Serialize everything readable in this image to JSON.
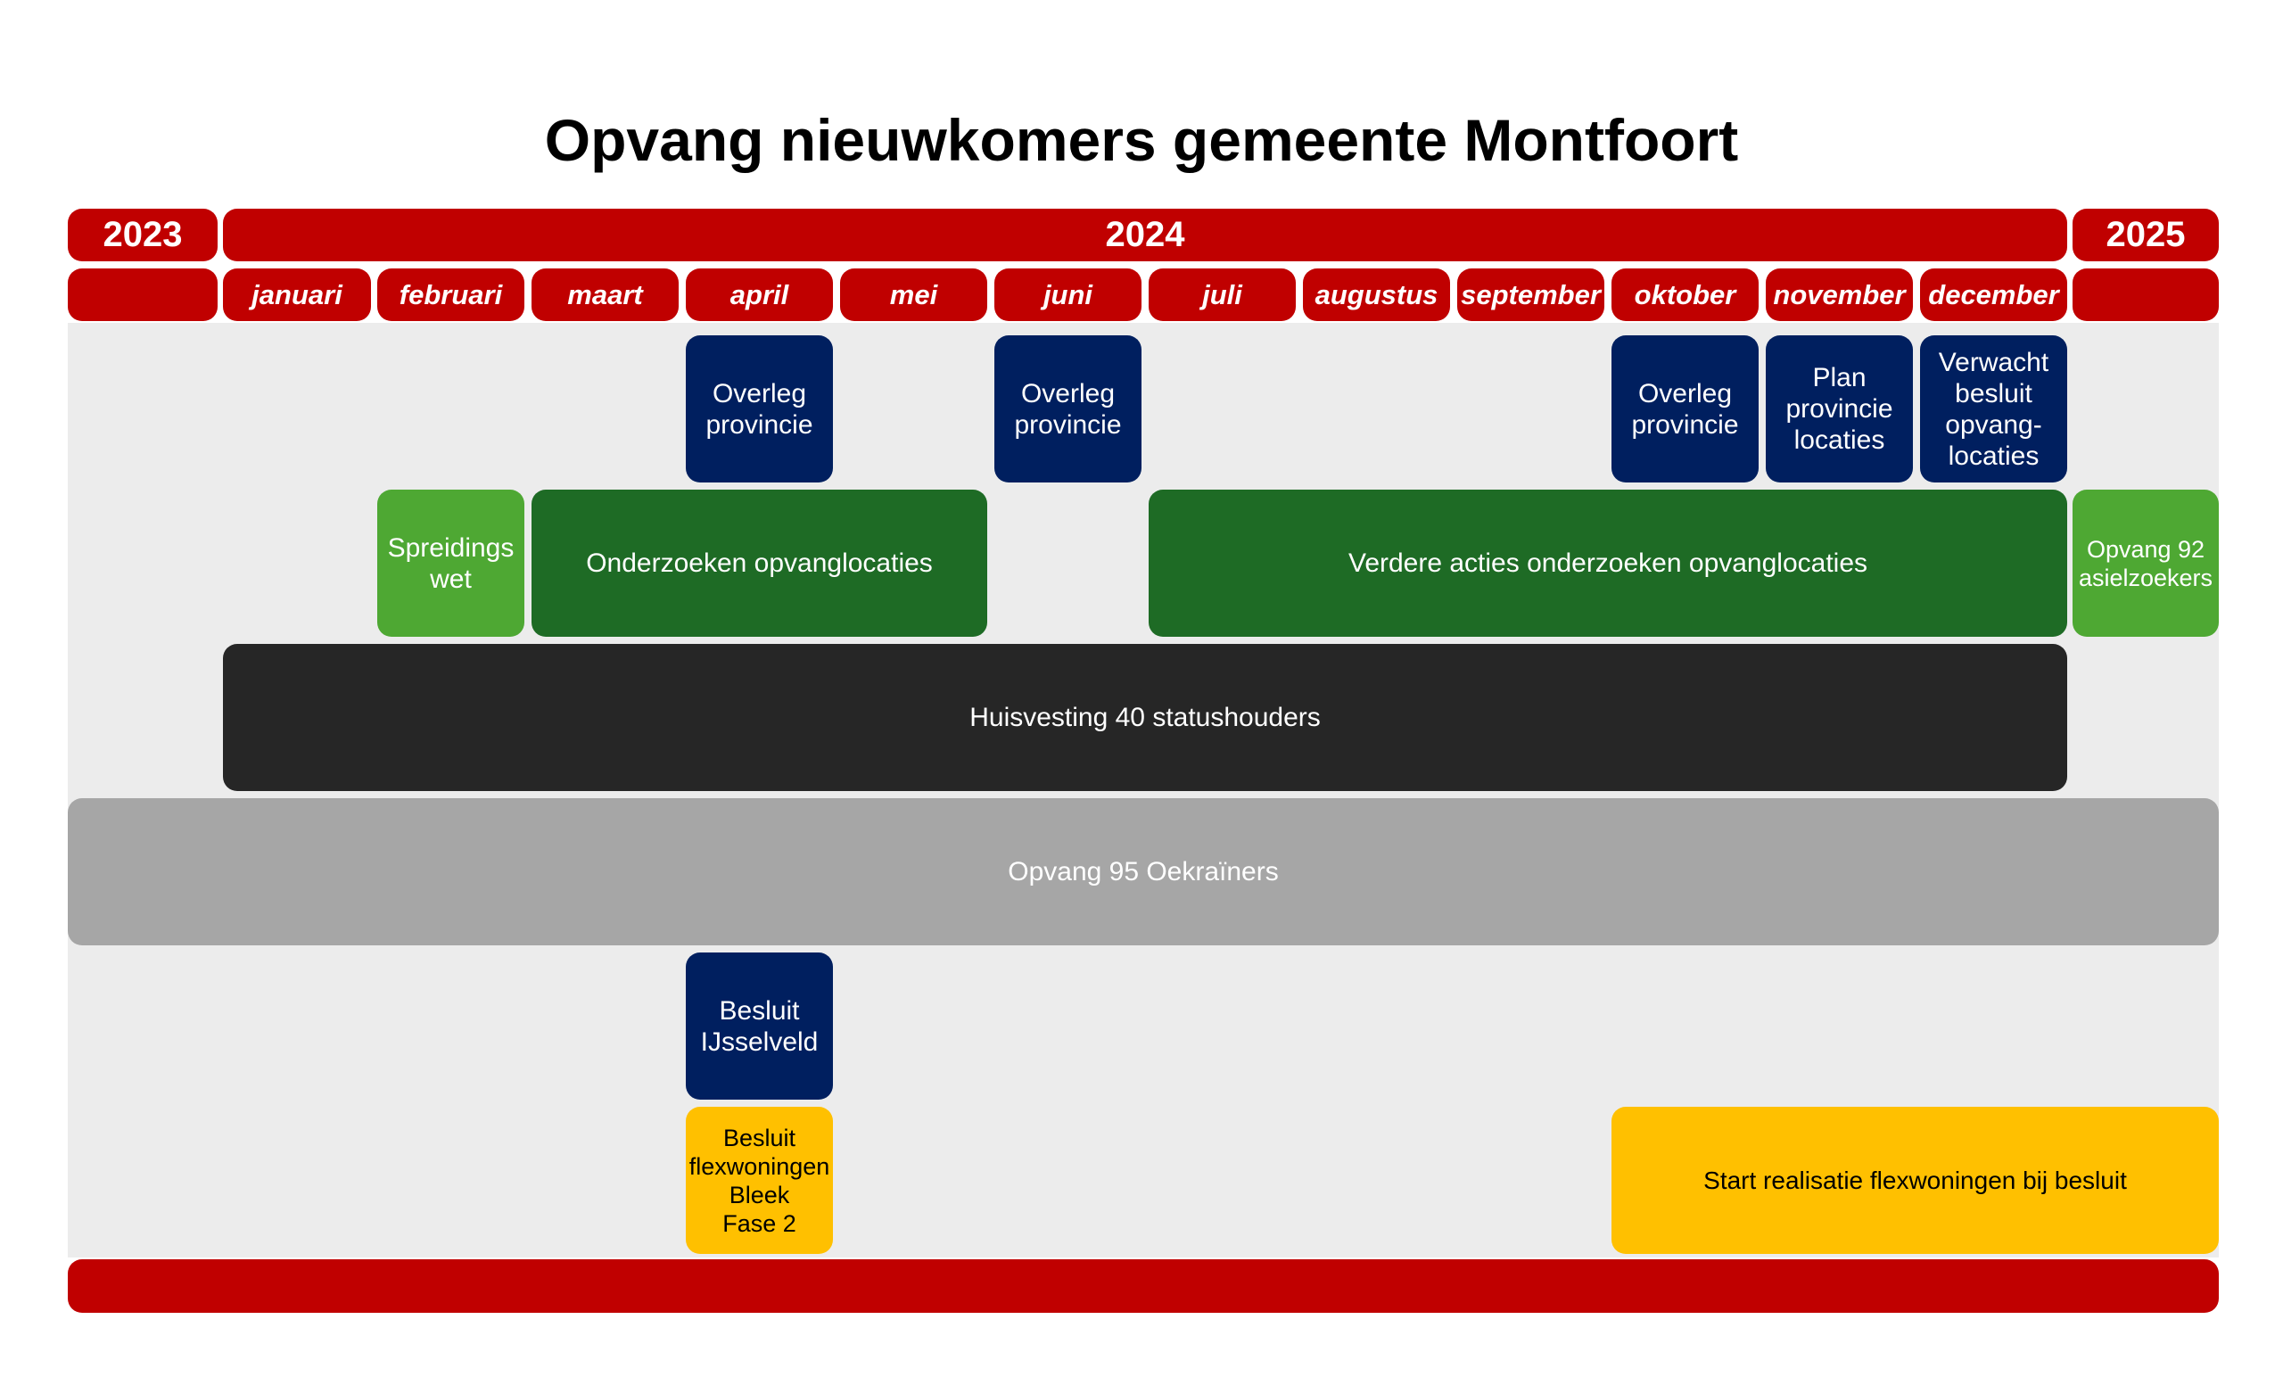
{
  "title": "Opvang nieuwkomers gemeente Montfoort",
  "years": [
    "2023",
    "2024",
    "2025"
  ],
  "months": [
    "januari",
    "februari",
    "maart",
    "april",
    "mei",
    "juni",
    "juli",
    "augustus",
    "september",
    "oktober",
    "november",
    "december"
  ],
  "items": {
    "overleg_april": "Overleg\nprovincie",
    "overleg_juni": "Overleg\nprovincie",
    "overleg_oktober": "Overleg\nprovincie",
    "plan_provincie": "Plan\nprovincie\nlocaties",
    "verwacht_besluit": "Verwacht\nbesluit\nopvang-\nlocaties",
    "spreidingswet": "Spreidings\nwet",
    "onderzoeken": "Onderzoeken opvanglocaties",
    "verdere_acties": "Verdere acties onderzoeken opvanglocaties",
    "opvang_asiel": "Opvang 92\nasielzoekers",
    "huisvesting": "Huisvesting 40 statushouders",
    "oekrainers": "Opvang 95 Oekraïners",
    "besluit_ijsselveld": "Besluit\nIJsselveld",
    "besluit_flex": "Besluit\nflexwoningen\nBleek\nFase 2",
    "start_realisatie": "Start realisatie flexwoningen bij besluit"
  },
  "colors": {
    "header_red": "#c00000",
    "navy": "#001f5f",
    "dark_green": "#1e6b25",
    "light_green": "#4ea833",
    "black": "#262626",
    "grey": "#a6a6a6",
    "yellow": "#ffc000",
    "panel": "#ececec"
  }
}
